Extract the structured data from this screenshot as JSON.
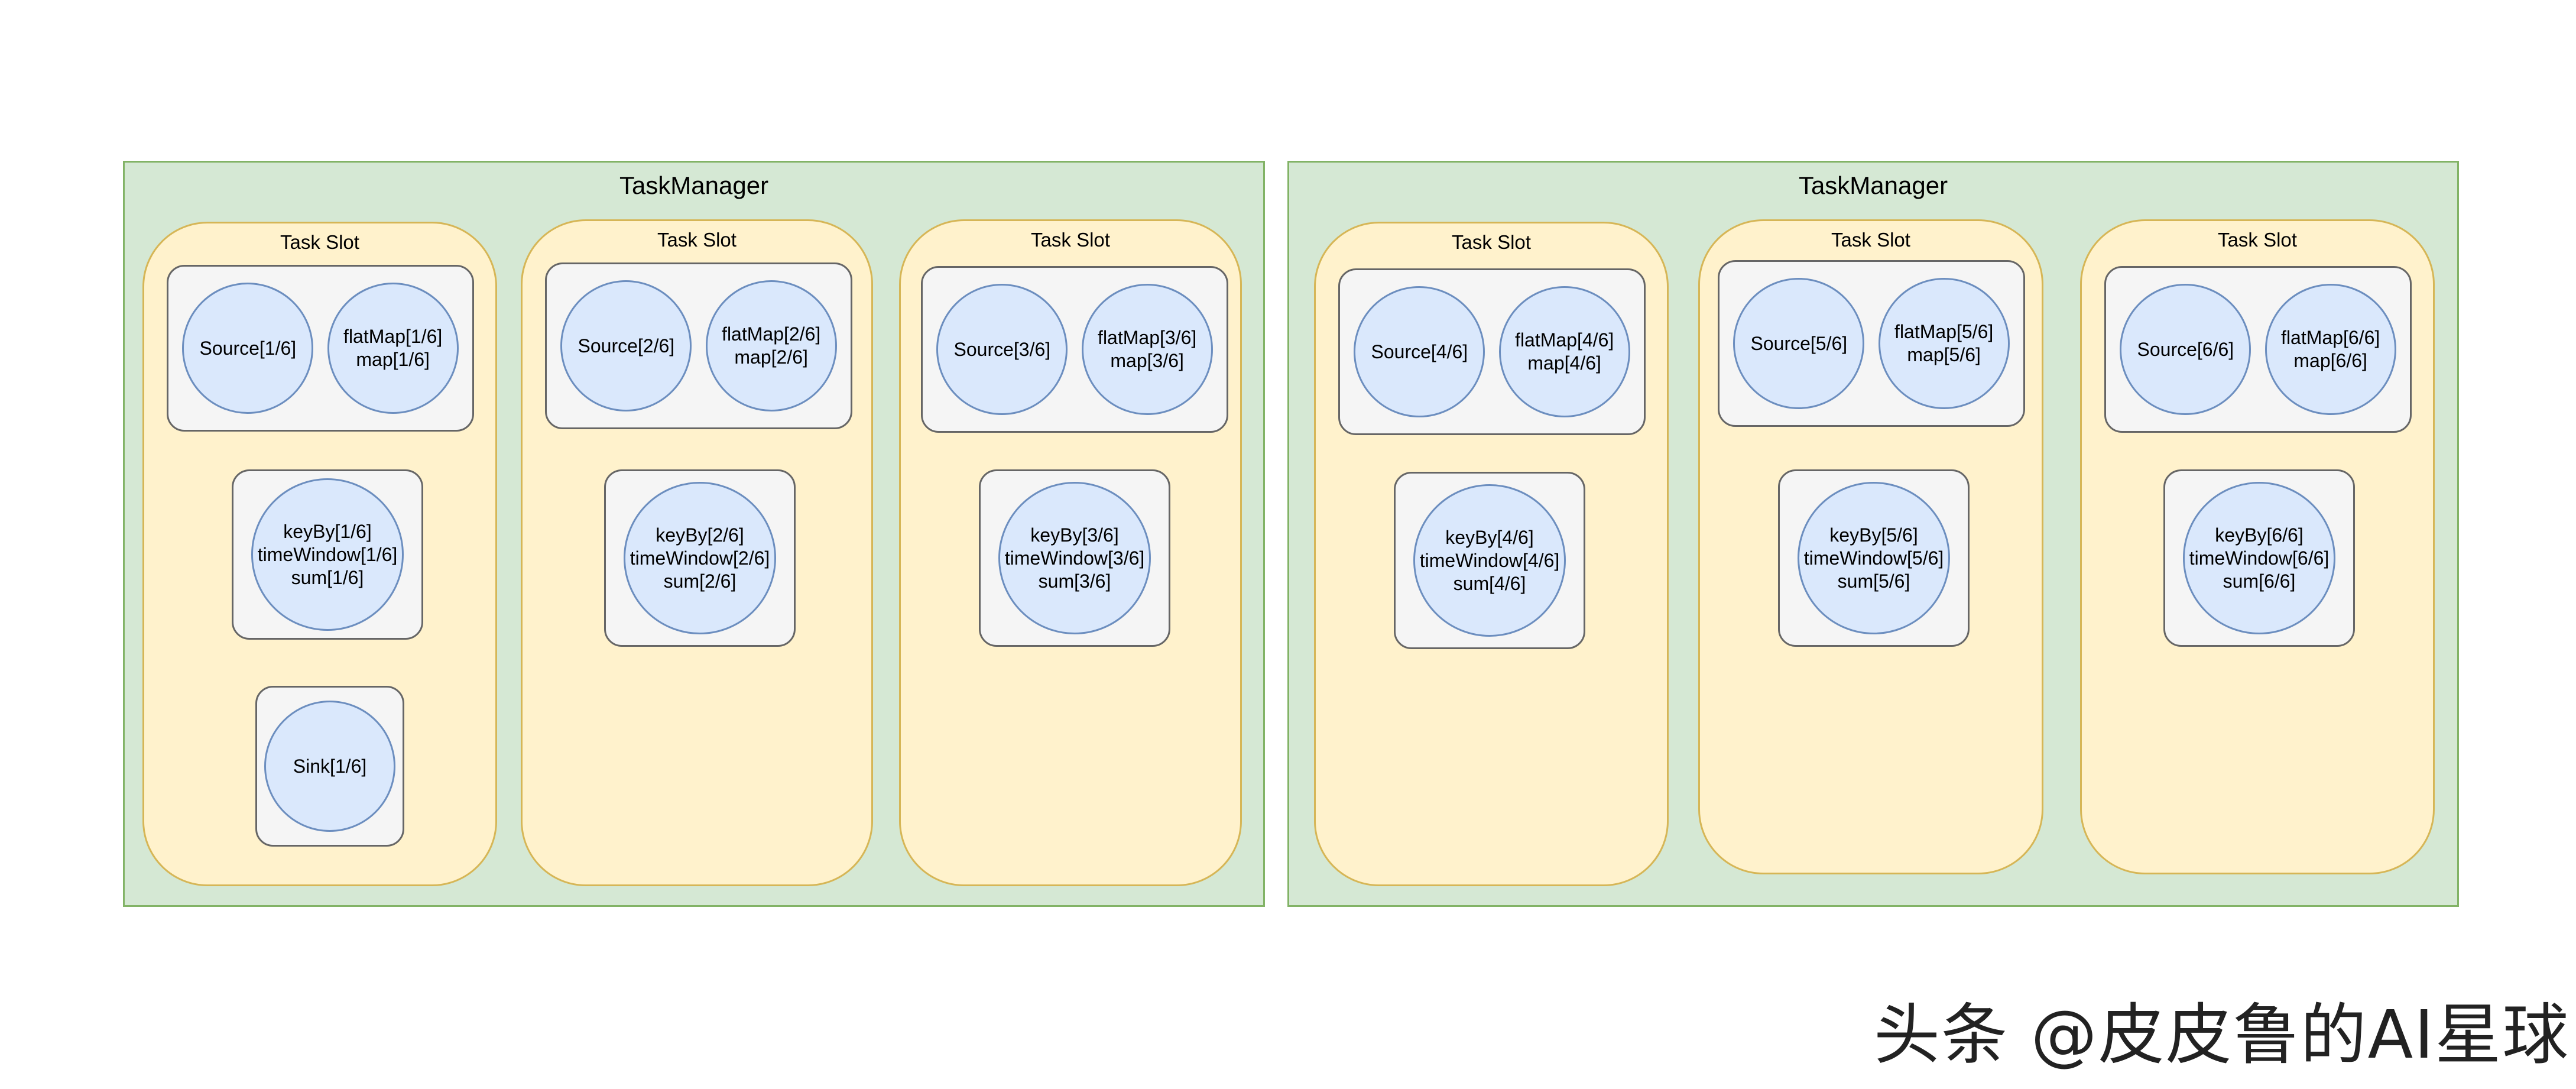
{
  "task_managers": [
    {
      "title": "TaskManager",
      "slots": [
        {
          "title": "Task Slot",
          "groups": [
            {
              "ops": [
                "Source[1/6]",
                "flatMap[1/6]\nmap[1/6]"
              ]
            },
            {
              "ops": [
                "keyBy[1/6]\ntimeWindow[1/6]\nsum[1/6]"
              ]
            },
            {
              "ops": [
                "Sink[1/6]"
              ]
            }
          ]
        },
        {
          "title": "Task Slot",
          "groups": [
            {
              "ops": [
                "Source[2/6]",
                "flatMap[2/6]\nmap[2/6]"
              ]
            },
            {
              "ops": [
                "keyBy[2/6]\ntimeWindow[2/6]\nsum[2/6]"
              ]
            }
          ]
        },
        {
          "title": "Task Slot",
          "groups": [
            {
              "ops": [
                "Source[3/6]",
                "flatMap[3/6]\nmap[3/6]"
              ]
            },
            {
              "ops": [
                "keyBy[3/6]\ntimeWindow[3/6]\nsum[3/6]"
              ]
            }
          ]
        }
      ]
    },
    {
      "title": "TaskManager",
      "slots": [
        {
          "title": "Task Slot",
          "groups": [
            {
              "ops": [
                "Source[4/6]",
                "flatMap[4/6]\nmap[4/6]"
              ]
            },
            {
              "ops": [
                "keyBy[4/6]\ntimeWindow[4/6]\nsum[4/6]"
              ]
            }
          ]
        },
        {
          "title": "Task Slot",
          "groups": [
            {
              "ops": [
                "Source[5/6]",
                "flatMap[5/6]\nmap[5/6]"
              ]
            },
            {
              "ops": [
                "keyBy[5/6]\ntimeWindow[5/6]\nsum[5/6]"
              ]
            }
          ]
        },
        {
          "title": "Task Slot",
          "groups": [
            {
              "ops": [
                "Source[6/6]",
                "flatMap[6/6]\nmap[6/6]"
              ]
            },
            {
              "ops": [
                "keyBy[6/6]\ntimeWindow[6/6]\nsum[6/6]"
              ]
            }
          ]
        }
      ]
    }
  ],
  "watermark": "头条 @皮皮鲁的AI星球",
  "colors": {
    "task_manager_fill": "#d5e8d4",
    "task_manager_border": "#82b366",
    "slot_fill": "#fff2cc",
    "slot_border": "#d6b656",
    "group_fill": "#f5f5f5",
    "group_border": "#666666",
    "operator_fill": "#dae8fc",
    "operator_border": "#6c8ebf"
  }
}
